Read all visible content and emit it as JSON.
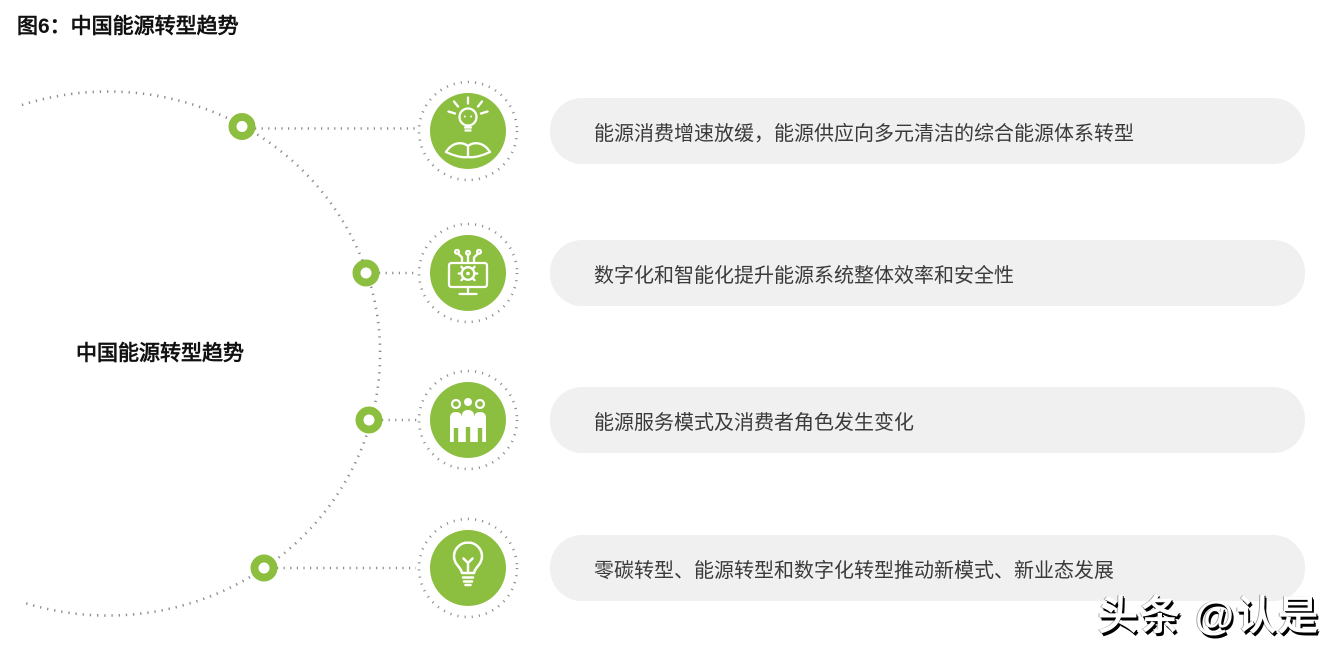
{
  "title": "图6：中国能源转型趋势",
  "diagram": {
    "center_label": "中国能源转型趋势",
    "rows": [
      {
        "icon": "idea-open-book-icon",
        "label": "能源消费增速放缓，能源供应向多元清洁的综合能源体系转型"
      },
      {
        "icon": "digital-monitor-gear-icon",
        "label": "数字化和智能化提升能源系统整体效率和安全性"
      },
      {
        "icon": "consumer-group-icon",
        "label": "能源服务模式及消费者角色发生变化"
      },
      {
        "icon": "lightbulb-icon",
        "label": "零碳转型、能源转型和数字化转型推动新模式、新业态发展"
      }
    ]
  },
  "watermark": "头条 @认是",
  "colors": {
    "accent_green": "#8CBE3F",
    "dot_gray": "#8C8C8C",
    "bar_background": "#F0F0F1",
    "bar_text": "#3A3A3A"
  }
}
